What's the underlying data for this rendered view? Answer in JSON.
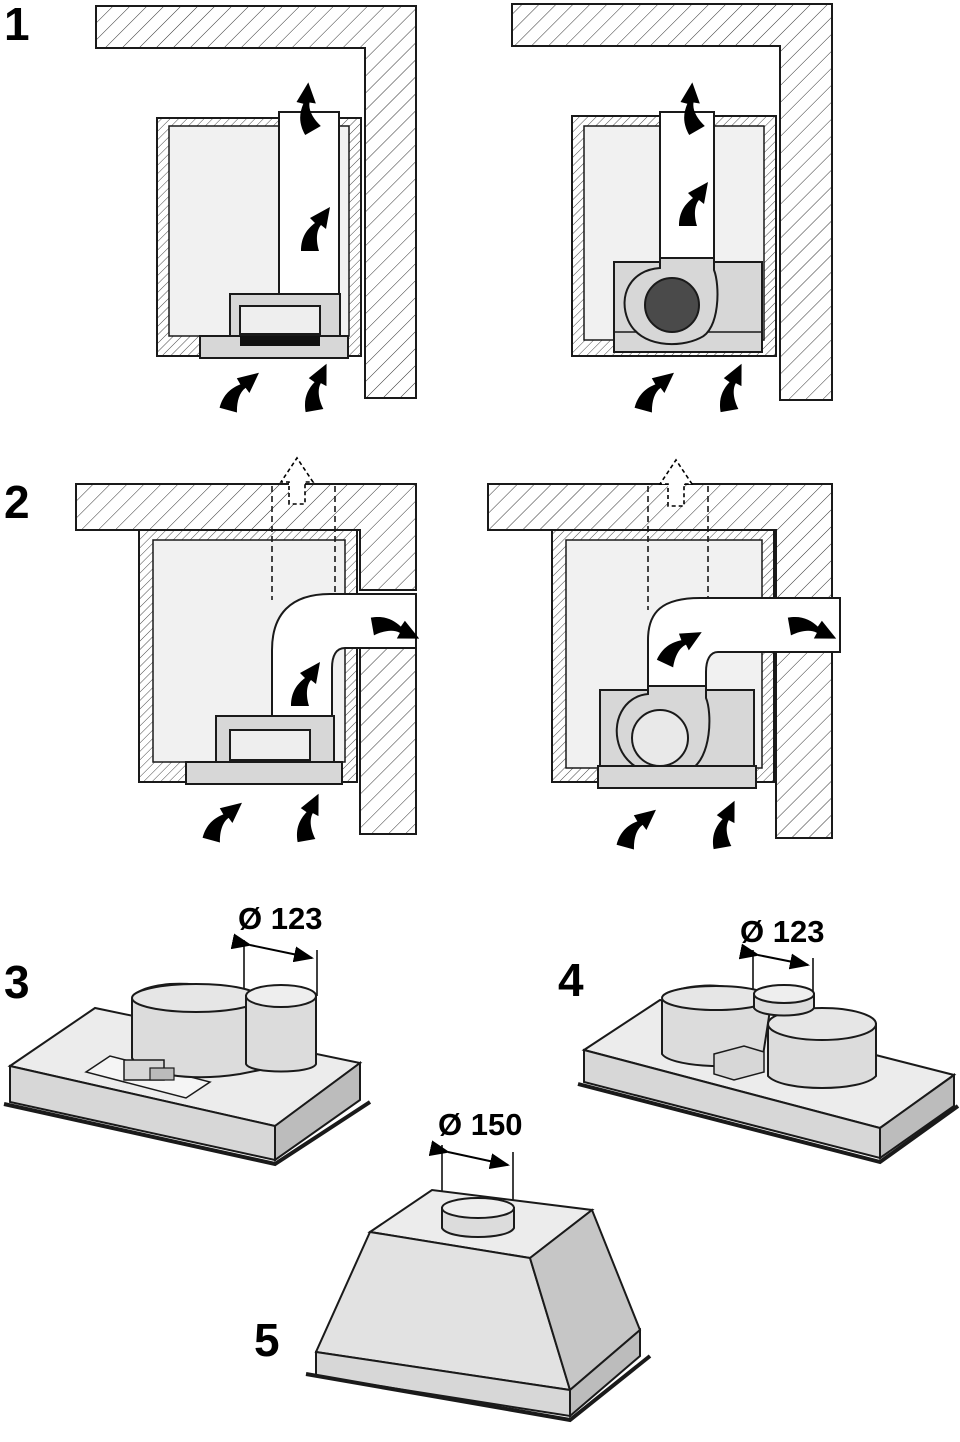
{
  "figures": [
    {
      "number": "1"
    },
    {
      "number": "2"
    },
    {
      "number": "3",
      "duct_diameter_label": "Ø 123"
    },
    {
      "number": "4",
      "duct_diameter_label": "Ø 123"
    },
    {
      "number": "5",
      "duct_diameter_label": "Ø 150"
    }
  ],
  "colors": {
    "line": "#1a1a1a",
    "wall_fill": "#ffffff",
    "cabinet_fill": "#f1f1f1",
    "duct_fill": "#ffffff",
    "hood_fill": "#d7d7d7",
    "hood_side": "#bcbcbc",
    "fan_dark": "#4a4a4a",
    "arrow": "#000000"
  },
  "icons": {
    "flow_arrow": "curved-airflow-arrow-icon",
    "optional_flow_arrow": "dashed-airflow-arrow-icon",
    "dimension": "dimension-arrow-icon"
  }
}
